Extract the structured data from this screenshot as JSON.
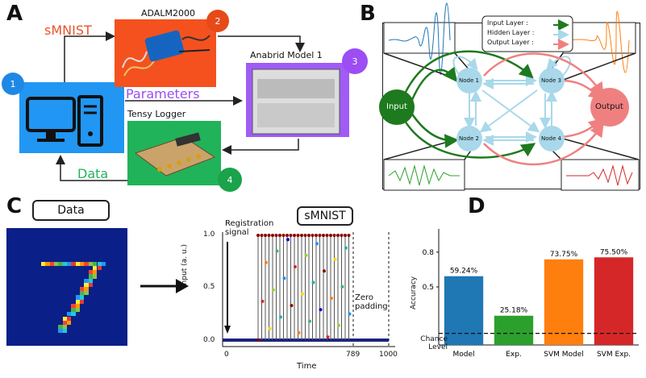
{
  "panels": {
    "a": "A",
    "b": "B",
    "c": "C",
    "d": "D"
  },
  "panel_a": {
    "smnist_label": "sMNIST",
    "adalm_title": "ADALM2000",
    "anabrid_title": "Anabrid Model 1",
    "parameters_label": "Parameters",
    "tensy_title": "Tensy Logger",
    "data_label": "Data",
    "badges": [
      "1",
      "2",
      "3",
      "4"
    ],
    "colors": {
      "computer": "#2196f3",
      "adalm": "#f4511e",
      "anabrid": "#a05cf5",
      "tensy": "#21b35a"
    }
  },
  "panel_b": {
    "legend": {
      "input": "Input Layer :",
      "hidden": "Hidden Layer :",
      "output": "Output Layer :"
    },
    "nodes": {
      "input": "Input",
      "n1": "Node 1",
      "n2": "Node 2",
      "n3": "Node 3",
      "n4": "Node 4",
      "output": "Output"
    },
    "colors": {
      "input": "#1e7a1e",
      "hidden": "#a8d8ea",
      "output": "#f08080"
    }
  },
  "panel_c": {
    "data_pill": "Data",
    "smnist_pill": "sMNIST",
    "registration": "Registration signal",
    "zero_padding": "Zero padding",
    "xlabel": "Time",
    "ylabel": "Input (a. u.)",
    "xticks": [
      "0",
      "789",
      "1000"
    ],
    "yticks": [
      "0.0",
      "0.5",
      "1.0"
    ]
  },
  "chart_data": {
    "type": "bar",
    "categories": [
      "Model",
      "Exp.",
      "SVM Model",
      "SVM Exp."
    ],
    "values": [
      59.24,
      25.18,
      73.75,
      75.5
    ],
    "value_labels": [
      "59.24%",
      "25.18%",
      "73.75%",
      "75.50%"
    ],
    "colors": [
      "#1f77b4",
      "#2ca02c",
      "#ff7f0e",
      "#d62728"
    ],
    "ylabel": "Accuracy",
    "yticks": [
      "0.5",
      "0.8"
    ],
    "chance_label": "Chance Level",
    "chance_level": 0.1,
    "ylim": [
      0.0,
      1.0
    ]
  }
}
